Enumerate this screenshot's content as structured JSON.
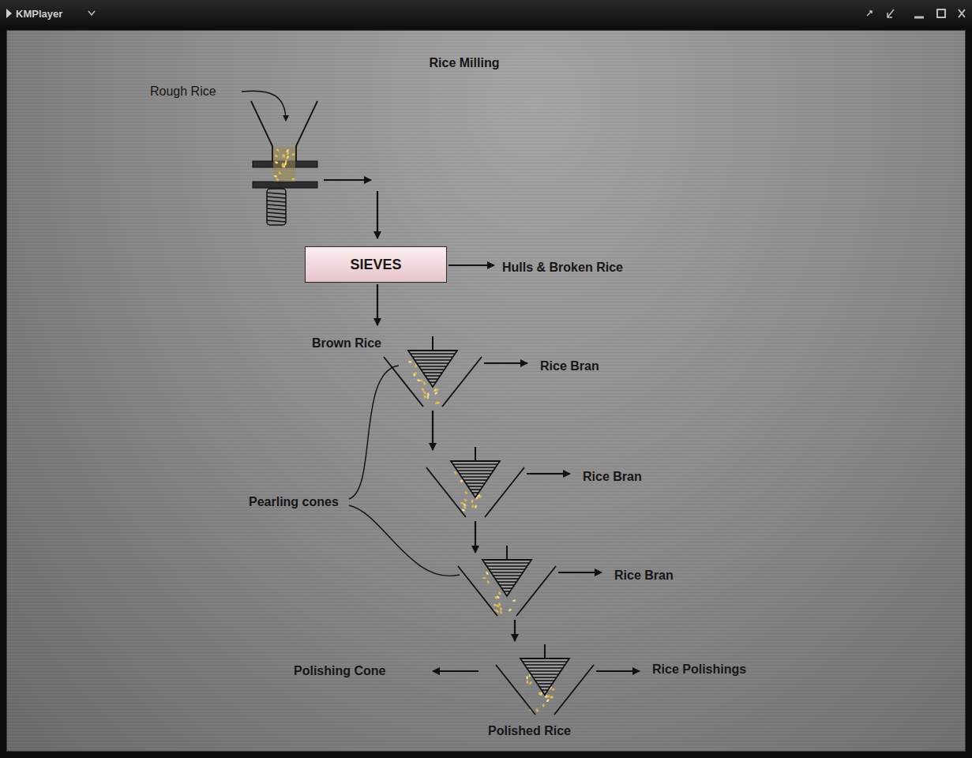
{
  "diagram": {
    "title": "Rice Milling",
    "nodes": [
      {
        "text": [
          "SIEVES"
        ]
      }
    ],
    "labels": [
      "KMPlayer",
      "Rough Rice",
      "Hulls & Broken Rice",
      "Brown Rice",
      "Rice Bran",
      "Rice Bran",
      "Pearling cones",
      "Rice Bran",
      "Polishing Cone",
      "Rice Polishings",
      "Polished Rice"
    ]
  }
}
